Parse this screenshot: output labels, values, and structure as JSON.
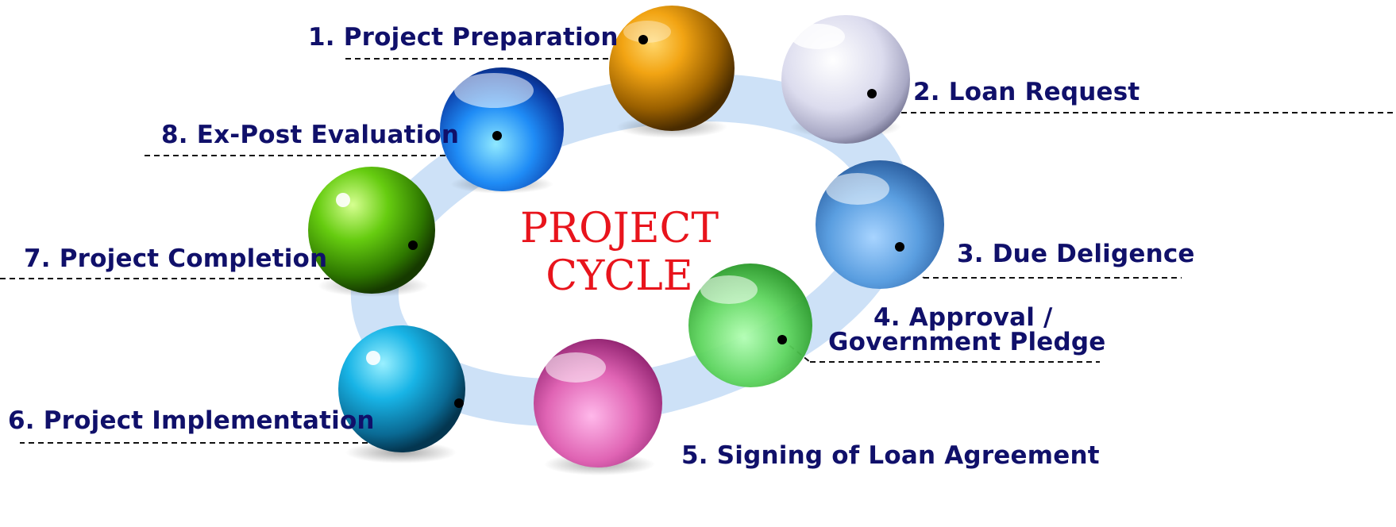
{
  "title": {
    "line1": "PROJECT",
    "line2": "CYCLE",
    "color": "#e8141c"
  },
  "label_color": "#10106a",
  "steps": [
    {
      "label": "1. Project Preparation",
      "icon": "sphere-icon",
      "color": "#e8a000"
    },
    {
      "label": "2. Loan Request",
      "icon": "sphere-icon",
      "color": "#d8d8ec"
    },
    {
      "label": "3. Due Deligence",
      "icon": "sphere-icon",
      "color": "#5b9bd5"
    },
    {
      "label": "4. Approval /",
      "label2": "Government Pledge",
      "icon": "sphere-icon",
      "color": "#5ed85e"
    },
    {
      "label": "5. Signing of Loan Agreement",
      "icon": "sphere-icon",
      "color": "#e060b0"
    },
    {
      "label": "6. Project Implementation",
      "icon": "sphere-icon",
      "color": "#10a8d8"
    },
    {
      "label": "7. Project Completion",
      "icon": "sphere-icon",
      "color": "#58c818"
    },
    {
      "label": "8. Ex-Post Evaluation",
      "icon": "sphere-icon",
      "color": "#1e6ef0"
    }
  ]
}
